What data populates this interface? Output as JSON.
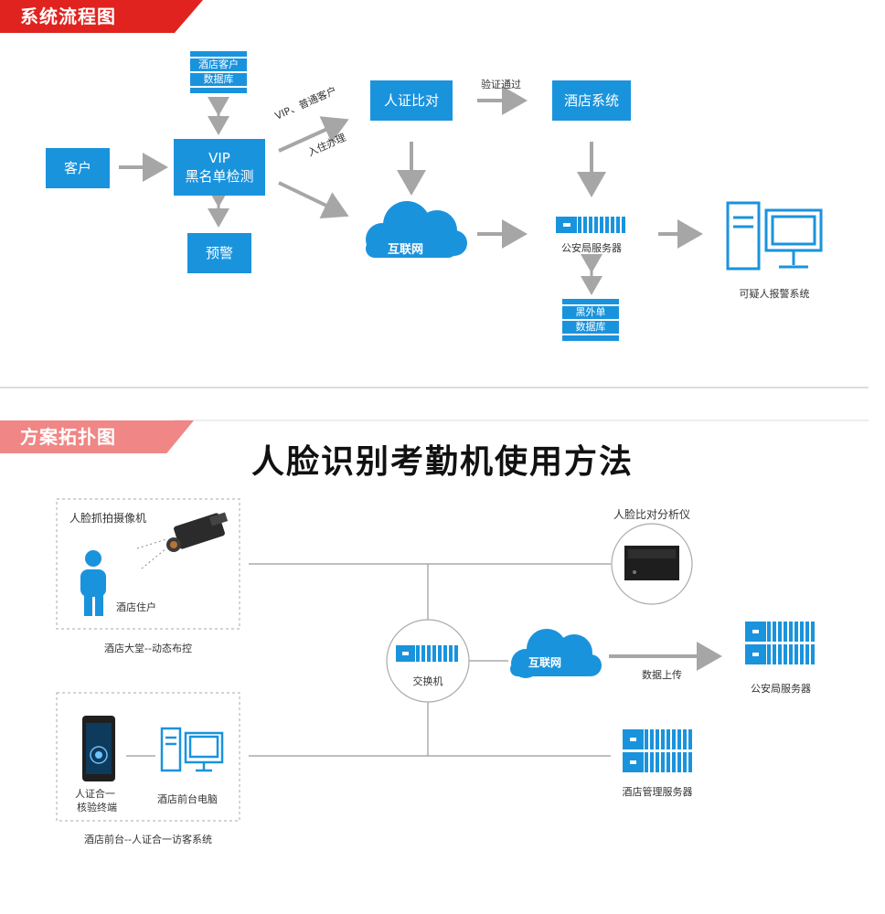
{
  "top": {
    "banner": "系统流程图",
    "customer": "客户",
    "vip_check": [
      "VIP",
      "黑名单检测"
    ],
    "hotel_db": [
      "酒店客户",
      "数据库"
    ],
    "warning": "预警",
    "vip_label": "VIP、普通客户",
    "checkin_label": "入住办理",
    "id_compare": "人证比对",
    "verify_pass": "验证通过",
    "hotel_system": "酒店系统",
    "internet": "互联网",
    "police_server": "公安局服务器",
    "blacklist_db": [
      "黑外单",
      "数据库"
    ],
    "alarm_system": "可疑人报警系统"
  },
  "bottom": {
    "banner": "方案拓扑图",
    "headline": "人脸识别考勤机使用方法",
    "camera": "人脸抓拍摄像机",
    "guest": "酒店住户",
    "lobby": "酒店大堂--动态布控",
    "analyzer": "人脸比对分析仪",
    "switch": "交换机",
    "internet": "互联网",
    "upload": "数据上传",
    "police_server": "公安局服务器",
    "terminal": [
      "人证合一",
      "核验终端"
    ],
    "desk_pc": "酒店前台电脑",
    "mgmt_server": "酒店管理服务器",
    "front_desk": "酒店前台--人证合一访客系统"
  },
  "colors": {
    "blue": "#1a93dd",
    "red": "#e0231f",
    "pink": "#f08686",
    "arrow": "#a6a6a6"
  }
}
